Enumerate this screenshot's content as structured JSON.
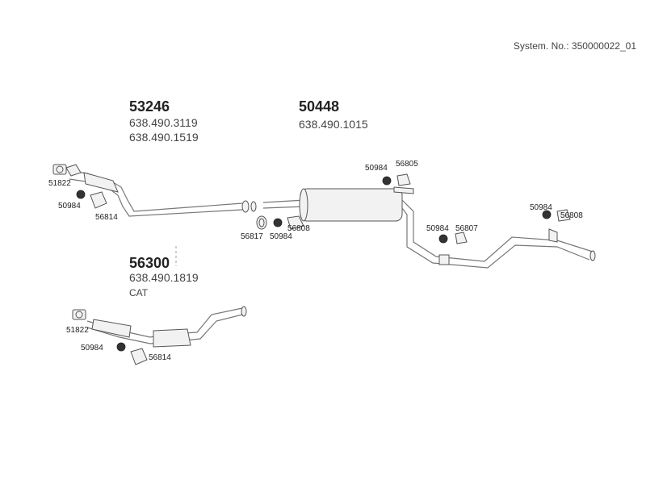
{
  "header": {
    "system_no": "System. No.: 350000022_01"
  },
  "groups": {
    "front": {
      "part_no": "53246",
      "refs": [
        "638.490.3119",
        "638.490.1519"
      ]
    },
    "rear": {
      "part_no": "50448",
      "refs": [
        "638.490.1015"
      ]
    },
    "cat": {
      "part_no": "56300",
      "refs": [
        "638.490.1819"
      ],
      "note": "CAT"
    }
  },
  "callouts": {
    "c51822a": "51822",
    "c50984a": "50984",
    "c56814a": "56814",
    "c56817": "56817",
    "c50984b": "50984",
    "c56808a": "56808",
    "c50984c": "50984",
    "c56805": "56805",
    "c50984d": "50984",
    "c56807": "56807",
    "c50984e": "50984",
    "c56808b": "56808",
    "c51822b": "51822",
    "c50984f": "50984",
    "c56814b": "56814"
  }
}
